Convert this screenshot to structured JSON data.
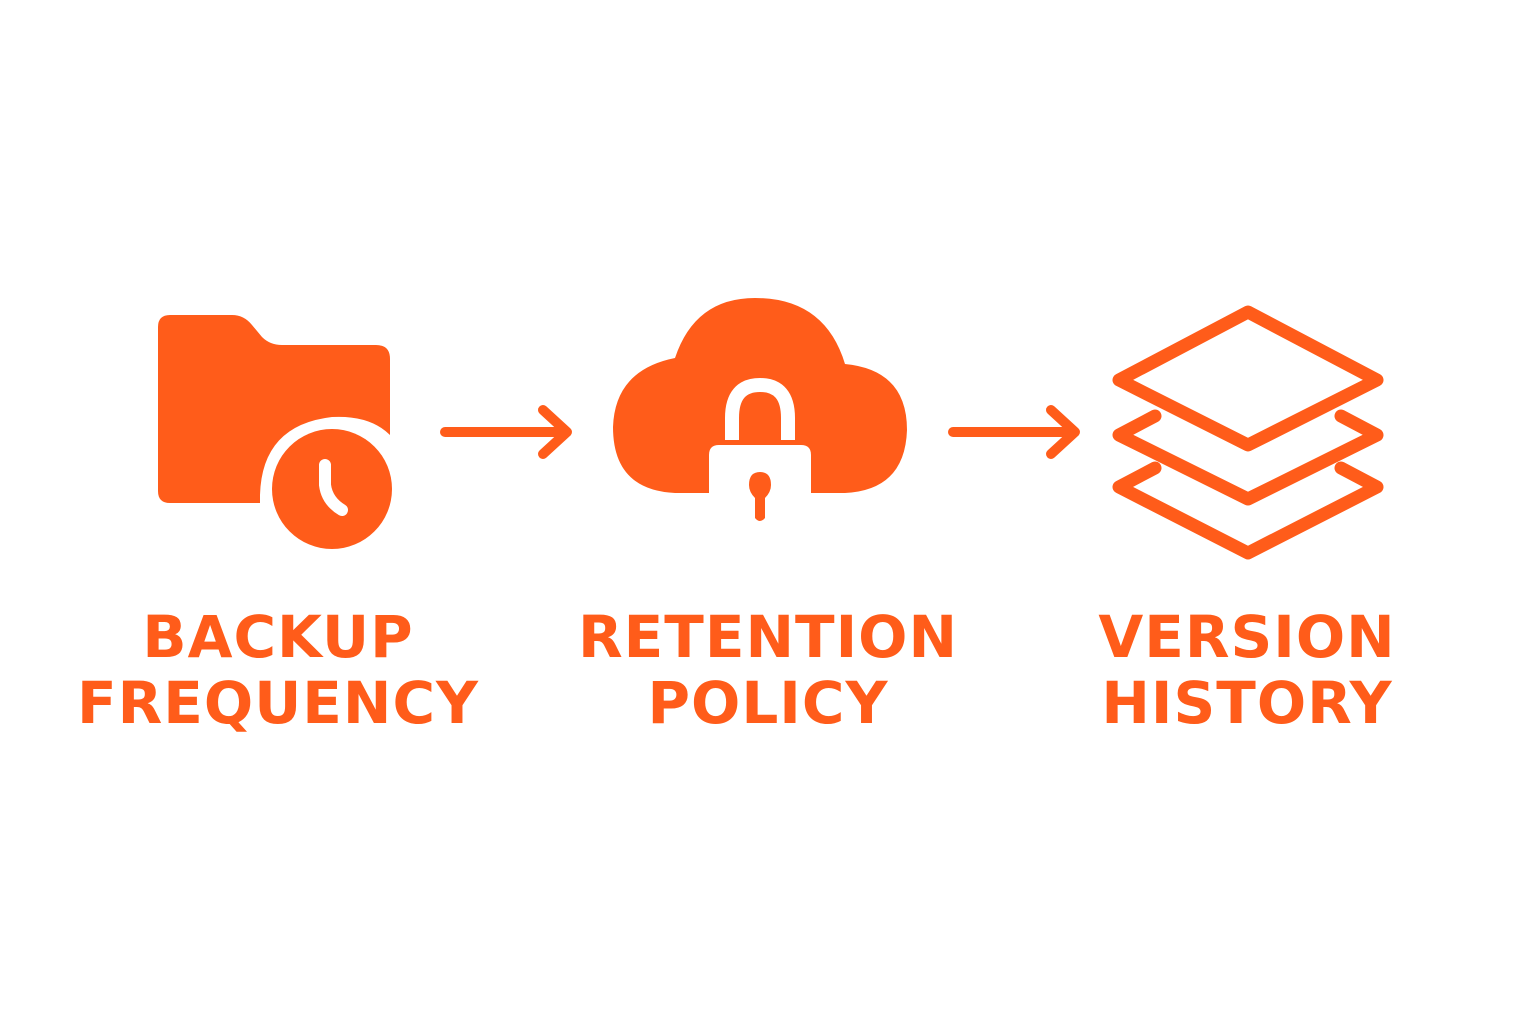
{
  "colors": {
    "accent": "#FF5C1A",
    "background": "#FFFFFF"
  },
  "steps": [
    {
      "icon": "folder-clock-icon",
      "line1": "BACKUP",
      "line2": "FREQUENCY"
    },
    {
      "icon": "cloud-lock-icon",
      "line1": "RETENTION",
      "line2": "POLICY"
    },
    {
      "icon": "layers-icon",
      "line1": "VERSION",
      "line2": "HISTORY"
    }
  ],
  "connectors": [
    {
      "icon": "arrow-right-icon",
      "from": "BACKUP FREQUENCY",
      "to": "RETENTION POLICY"
    },
    {
      "icon": "arrow-right-icon",
      "from": "RETENTION POLICY",
      "to": "VERSION HISTORY"
    }
  ]
}
